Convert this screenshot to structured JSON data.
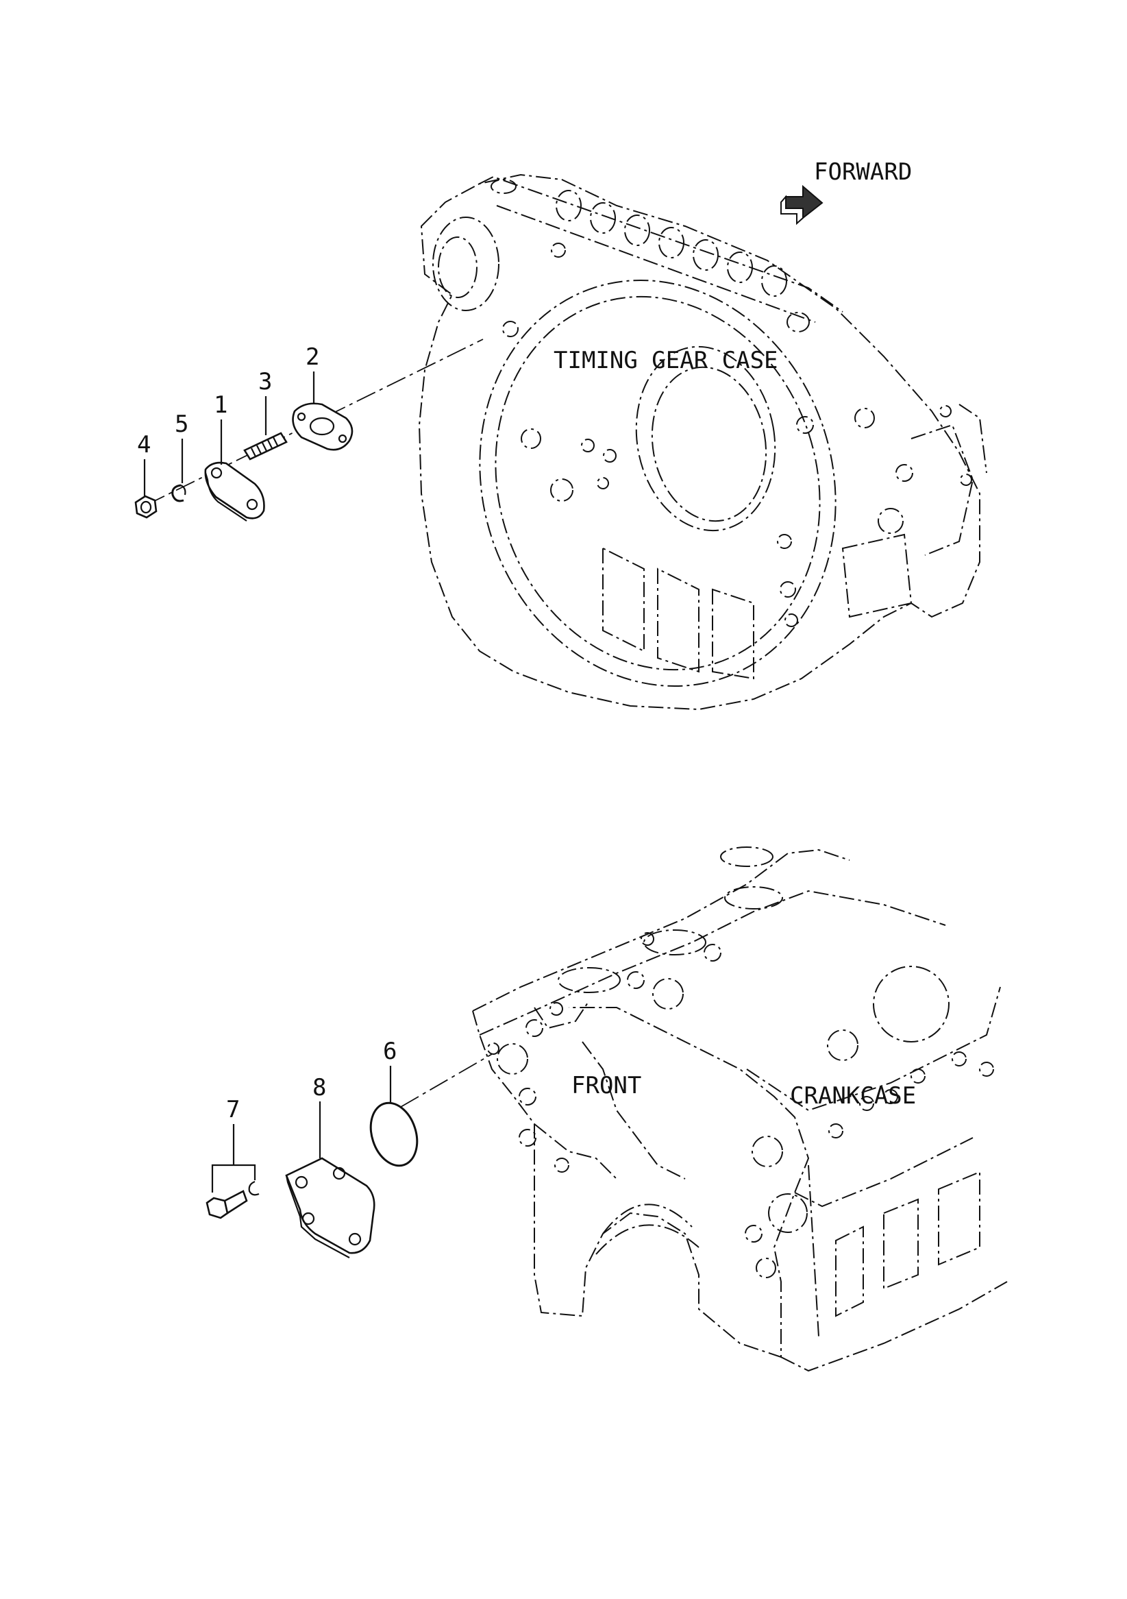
{
  "labels": {
    "forward": "FORWARD",
    "timing_gear_case": "TIMING GEAR CASE",
    "front": "FRONT",
    "crankcase": "CRANKCASE"
  },
  "callouts": {
    "c1": "1",
    "c2": "2",
    "c3": "3",
    "c4": "4",
    "c5": "5",
    "c6": "6",
    "c7": "7",
    "c8": "8"
  },
  "icons": {
    "forward_arrow": "forward-arrow-icon"
  }
}
